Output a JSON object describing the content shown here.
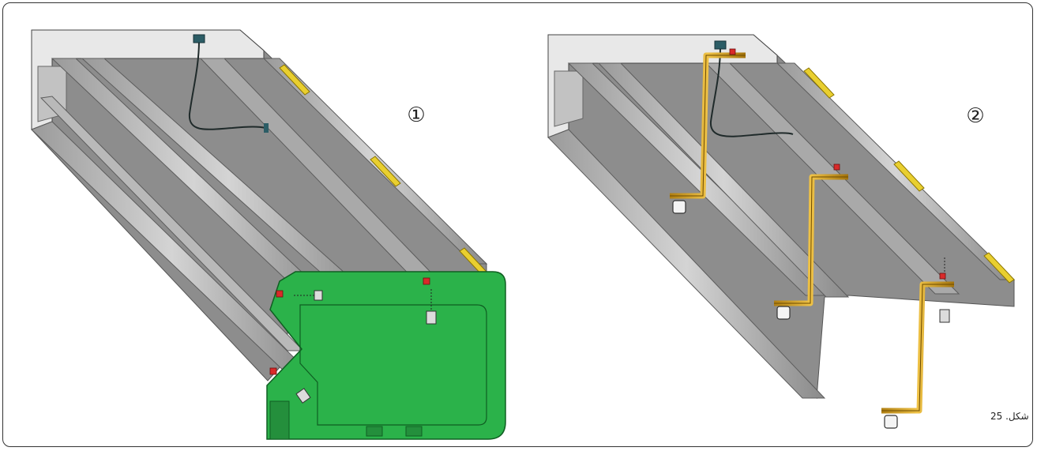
{
  "figure": {
    "caption": "25 .شکل",
    "steps": [
      {
        "label": "①"
      },
      {
        "label": "②"
      }
    ]
  }
}
